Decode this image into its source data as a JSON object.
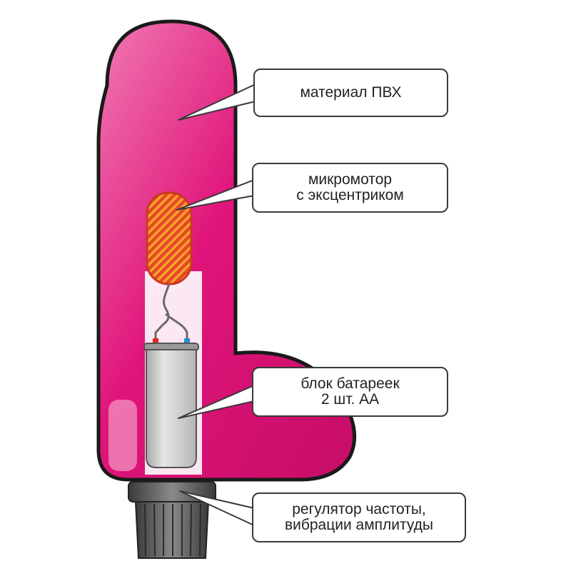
{
  "callouts": {
    "material": {
      "lines": [
        "материал ПВХ"
      ]
    },
    "motor": {
      "lines": [
        "микромотор",
        "с эксцентриком"
      ]
    },
    "battery": {
      "lines": [
        "блок батареек",
        "2 шт. АА"
      ]
    },
    "control": {
      "lines": [
        "регулятор частоты,",
        "вибрации амплитуды"
      ]
    }
  },
  "colors": {
    "body_main": "#e0147a",
    "body_light": "#f7b3d2",
    "outline": "#1a1a1a",
    "motor_fill": "#e8462a",
    "motor_stripe": "#f6a32a",
    "battery_fill": "#cfcfcf",
    "knob_fill": "#4a4a4a",
    "callout_border": "#3a3a3a"
  }
}
